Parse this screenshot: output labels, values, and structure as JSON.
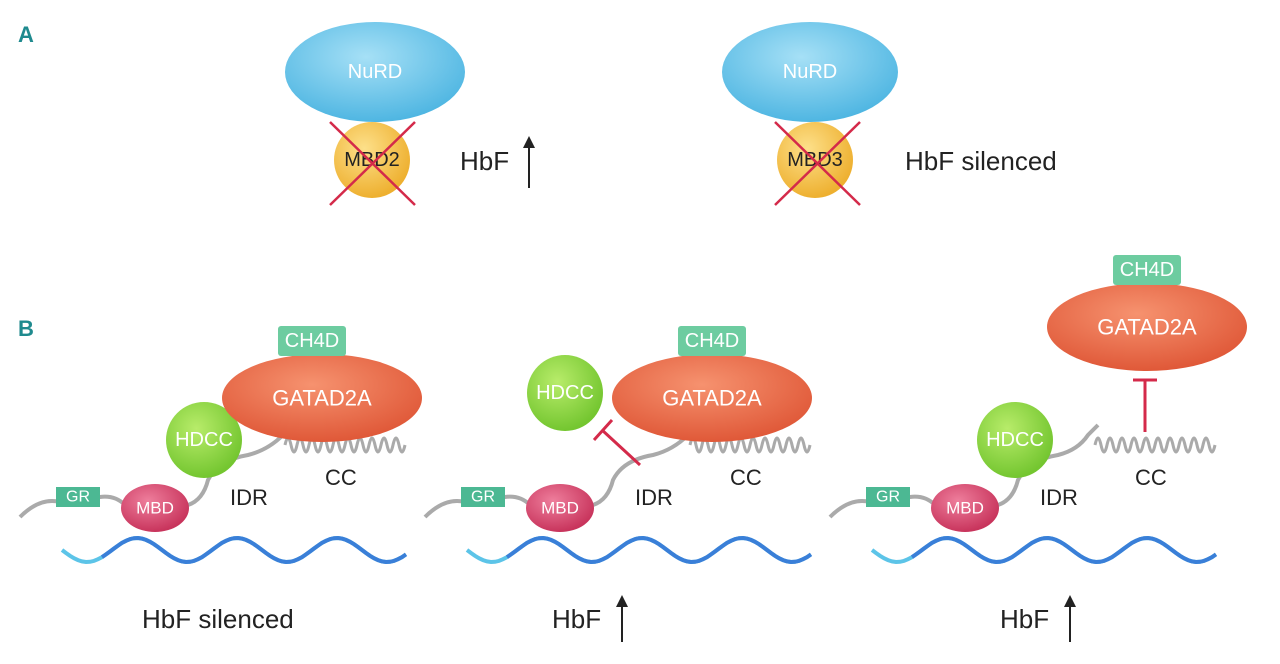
{
  "panel_a": {
    "label": "A",
    "left": {
      "complex": "NuRD",
      "subunit": "MBD2",
      "outcome": "HbF",
      "direction": "up"
    },
    "right": {
      "complex": "NuRD",
      "subunit": "MBD3",
      "outcome": "HbF silenced"
    }
  },
  "panel_b": {
    "label": "B",
    "scenarios": [
      {
        "ch4d": "CH4D",
        "gatad2a": "GATAD2A",
        "hdcc": "HDCC",
        "mbd": "MBD",
        "gr": "GR",
        "idr": "IDR",
        "cc": "CC",
        "outcome": "HbF silenced"
      },
      {
        "ch4d": "CH4D",
        "gatad2a": "GATAD2A",
        "hdcc": "HDCC",
        "mbd": "MBD",
        "gr": "GR",
        "idr": "IDR",
        "cc": "CC",
        "outcome": "HbF",
        "direction": "up"
      },
      {
        "ch4d": "CH4D",
        "gatad2a": "GATAD2A",
        "hdcc": "HDCC",
        "mbd": "MBD",
        "gr": "GR",
        "idr": "IDR",
        "cc": "CC",
        "outcome": "HbF",
        "direction": "up"
      }
    ]
  },
  "colors": {
    "nurd": "#6cc6ea",
    "mbd_yellow": "#f2c24a",
    "cross": "#d42a4a",
    "gatad2a": "#ec6c4c",
    "ch4d": "#6dcca0",
    "hdcc": "#8fd648",
    "mbd": "#d94a72",
    "gr": "#4cb893",
    "dna_light": "#5cc4e8",
    "dna_dark": "#3a7fd8",
    "label": "#1f8a8e"
  }
}
